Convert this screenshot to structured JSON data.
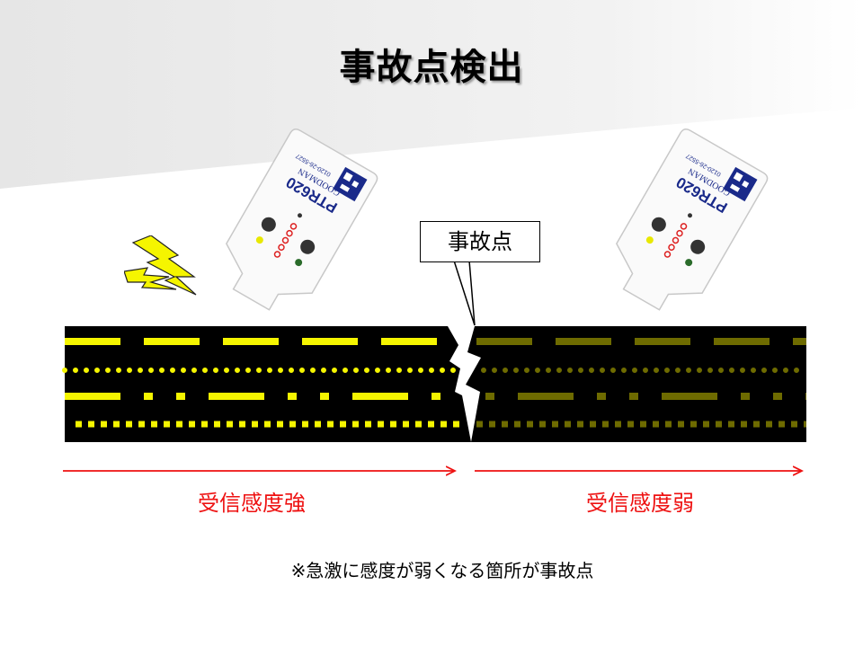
{
  "title": "事故点検出",
  "callout": {
    "text": "事故点"
  },
  "labels": {
    "strong": "受信感度強",
    "weak": "受信感度弱"
  },
  "note": "※急激に感度が弱くなる箇所が事故点",
  "device": {
    "model": "PTR620",
    "brand": "GOODMAN",
    "phone": "0120-26-5527"
  },
  "colors": {
    "signal_strong": "#f5f500",
    "signal_weak": "#6e6b00",
    "cable_background": "#000000",
    "arrow": "#ee1111",
    "bolt": "#f5f500"
  },
  "icons": [
    "lightning-bolt-icon",
    "tester-device-icon",
    "break-icon"
  ]
}
